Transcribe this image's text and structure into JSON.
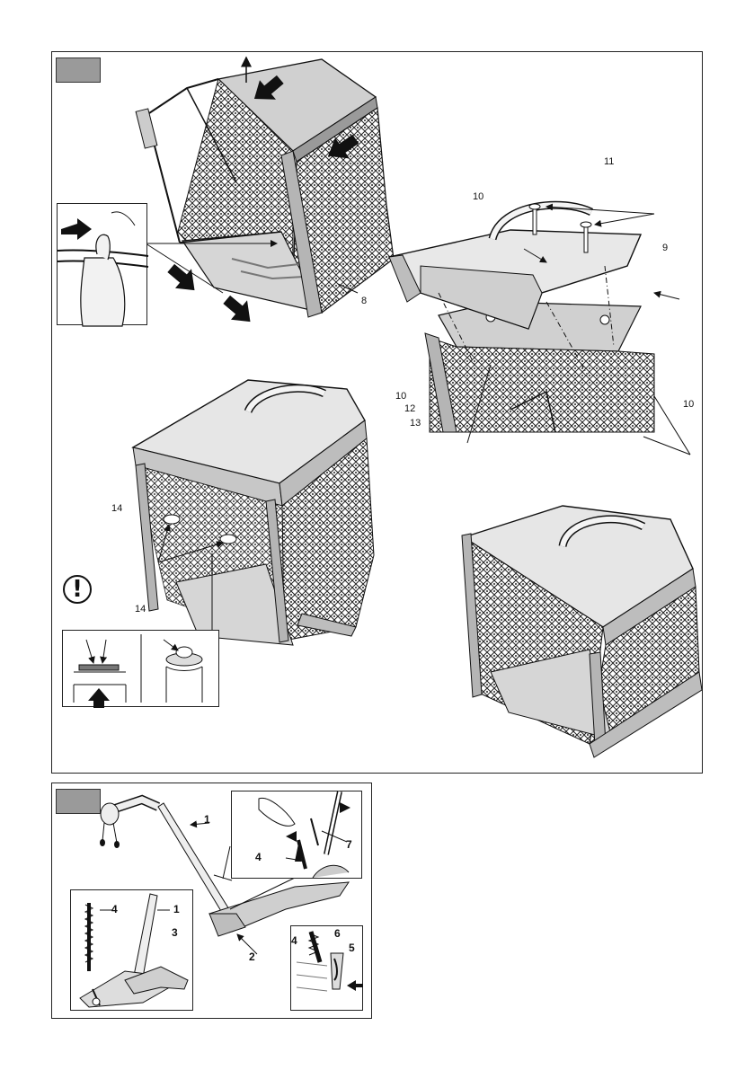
{
  "figure_a": {
    "labels": {
      "l8": "8",
      "l9": "9",
      "l10a": "10",
      "l10b": "10",
      "l10c": "10",
      "l11": "11",
      "l12": "12",
      "l13": "13",
      "l14a": "14",
      "l14b": "14"
    },
    "warning_symbol": "!"
  },
  "figure_b": {
    "labels": {
      "l1a": "1",
      "l1b": "1",
      "l2": "2",
      "l3": "3",
      "l4a": "4",
      "l4b": "4",
      "l4c": "4",
      "l5": "5",
      "l6": "6",
      "l7": "7"
    }
  },
  "colors": {
    "badge_gray": "#9a9a9a",
    "frame_gray": "#b5b5b5",
    "floor_gray": "#d6d6d6",
    "arrow_black": "#111111"
  }
}
